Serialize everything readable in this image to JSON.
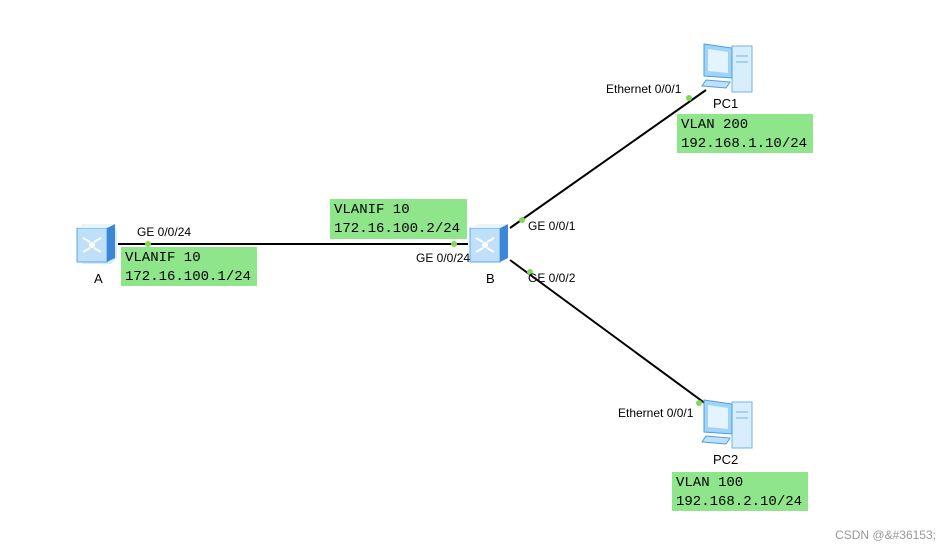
{
  "devices": {
    "A": {
      "name": "A"
    },
    "B": {
      "name": "B"
    },
    "PC1": {
      "name": "PC1"
    },
    "PC2": {
      "name": "PC2"
    }
  },
  "ports": {
    "a_ge": "GE 0/0/24",
    "b_ge24": "GE 0/0/24",
    "b_ge1": "GE 0/0/1",
    "b_ge2": "GE 0/0/2",
    "pc1_eth": "Ethernet 0/0/1",
    "pc2_eth": "Ethernet 0/0/1"
  },
  "config_boxes": {
    "a": {
      "line1": "VLANIF 10",
      "line2": "172.16.100.1/24"
    },
    "b": {
      "line1": "VLANIF 10",
      "line2": "172.16.100.2/24"
    },
    "pc1": {
      "line1": "VLAN 200",
      "line2": "192.168.1.10/24"
    },
    "pc2": {
      "line1": "VLAN 100",
      "line2": "192.168.2.10/24"
    }
  },
  "watermark": "CSDN @&#36153;",
  "colors": {
    "link": "#000000",
    "port_dot": "#7ed957",
    "box_fill": "#8fe68a",
    "switch_blue": "#5aa8e8"
  }
}
